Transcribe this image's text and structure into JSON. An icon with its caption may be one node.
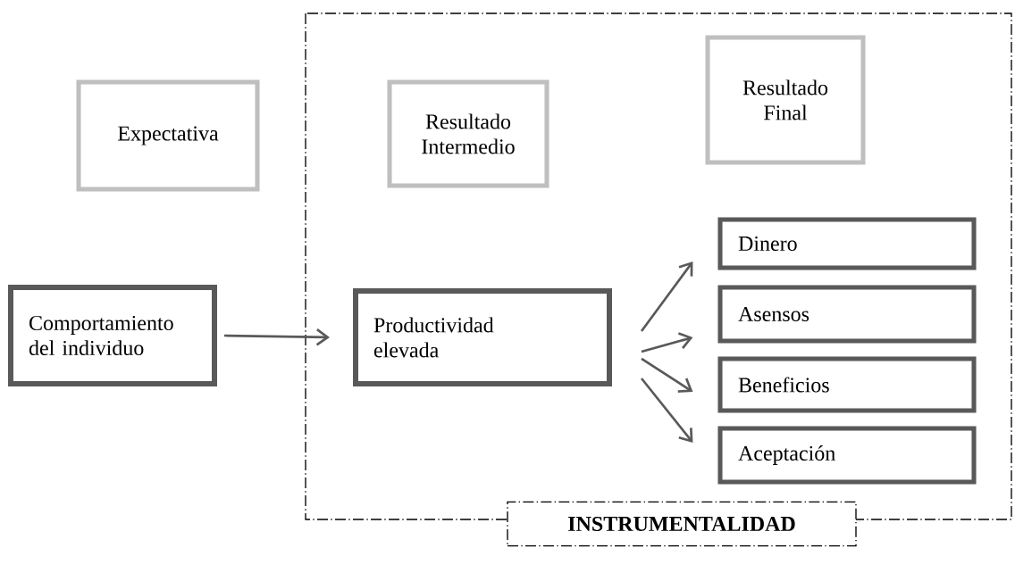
{
  "diagram": {
    "nodes": [
      {
        "text": [
          "INSTRUMENTALIDAD"
        ]
      },
      {
        "text": [
          "Expectativa"
        ]
      },
      {
        "text": [
          "Resultado Intermedio"
        ],
        "in": 0
      },
      {
        "text": [
          "Resultado Final"
        ],
        "in": 0
      },
      {
        "text": [
          "Comportamiento del individuo"
        ]
      },
      {
        "text": [
          "Productividad elevada"
        ],
        "in": 0
      },
      {
        "text": [
          "Dinero"
        ],
        "in": 0
      },
      {
        "text": [
          "Asensos"
        ],
        "in": 0
      },
      {
        "text": [
          "Beneficios"
        ],
        "in": 0
      },
      {
        "text": [
          "Aceptación"
        ],
        "in": 0
      }
    ],
    "edges": [
      {
        "from": 4,
        "to": 5,
        "arrow": "to"
      },
      {
        "from": 5,
        "to": 6,
        "arrow": "to"
      },
      {
        "from": 5,
        "to": 7,
        "arrow": "to"
      },
      {
        "from": 5,
        "to": 8,
        "arrow": "to"
      },
      {
        "from": 5,
        "to": 9,
        "arrow": "to"
      }
    ]
  }
}
